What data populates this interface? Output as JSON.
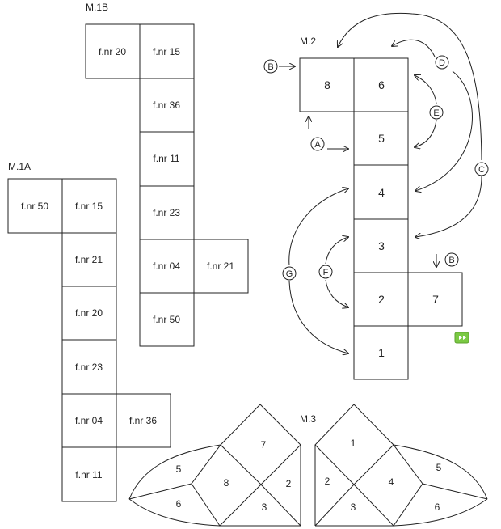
{
  "m1b": {
    "title": "M.1B",
    "cells": [
      "f.nr 20",
      "f.nr 15",
      "f.nr 36",
      "f.nr 11",
      "f.nr 23",
      "f.nr 04",
      "f.nr 21",
      "f.nr 50"
    ]
  },
  "m1a": {
    "title": "M.1A",
    "cells": [
      "f.nr 50",
      "f.nr 15",
      "f.nr 21",
      "f.nr 20",
      "f.nr 23",
      "f.nr 04",
      "f.nr 36",
      "f.nr 11"
    ]
  },
  "m2": {
    "title": "M.2",
    "cells": [
      "8",
      "6",
      "5",
      "4",
      "3",
      "2",
      "7",
      "1"
    ],
    "callouts": [
      "B",
      "A",
      "D",
      "E",
      "C",
      "G",
      "F",
      "B"
    ]
  },
  "m3": {
    "title": "M.3",
    "left_wing": [
      "7",
      "5",
      "8",
      "2",
      "6",
      "3"
    ],
    "right_wing": [
      "1",
      "2",
      "4",
      "5",
      "3",
      "6"
    ]
  }
}
